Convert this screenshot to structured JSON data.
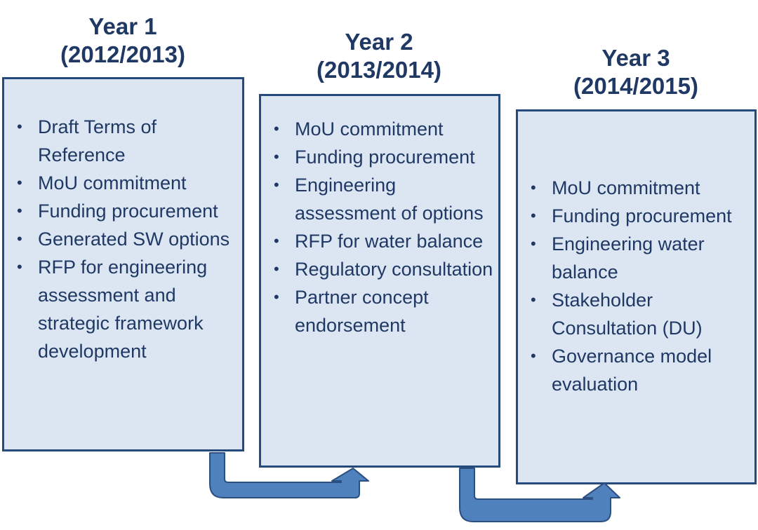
{
  "years": [
    {
      "title": "Year 1",
      "period": "(2012/2013)",
      "items": [
        "Draft Terms of Reference",
        "MoU commitment",
        "Funding procurement",
        "Generated SW options",
        "RFP for engineering assessment and strategic framework development"
      ]
    },
    {
      "title": "Year 2",
      "period": "(2013/2014)",
      "items": [
        "MoU commitment",
        "Funding procurement",
        "Engineering assessment of options",
        "RFP for water balance",
        "Regulatory consultation",
        "Partner concept endorsement"
      ]
    },
    {
      "title": "Year 3",
      "period": "(2014/2015)",
      "items": [
        "MoU commitment",
        "Funding procurement",
        "Engineering water balance",
        "Stakeholder Consultation (DU)",
        "Governance model evaluation"
      ]
    }
  ],
  "colors": {
    "heading": "#1f3864",
    "box_fill": "#dce6f2",
    "box_border": "#254b7c",
    "arrow_fill": "#4f81bd",
    "arrow_stroke": "#2a4f80"
  }
}
